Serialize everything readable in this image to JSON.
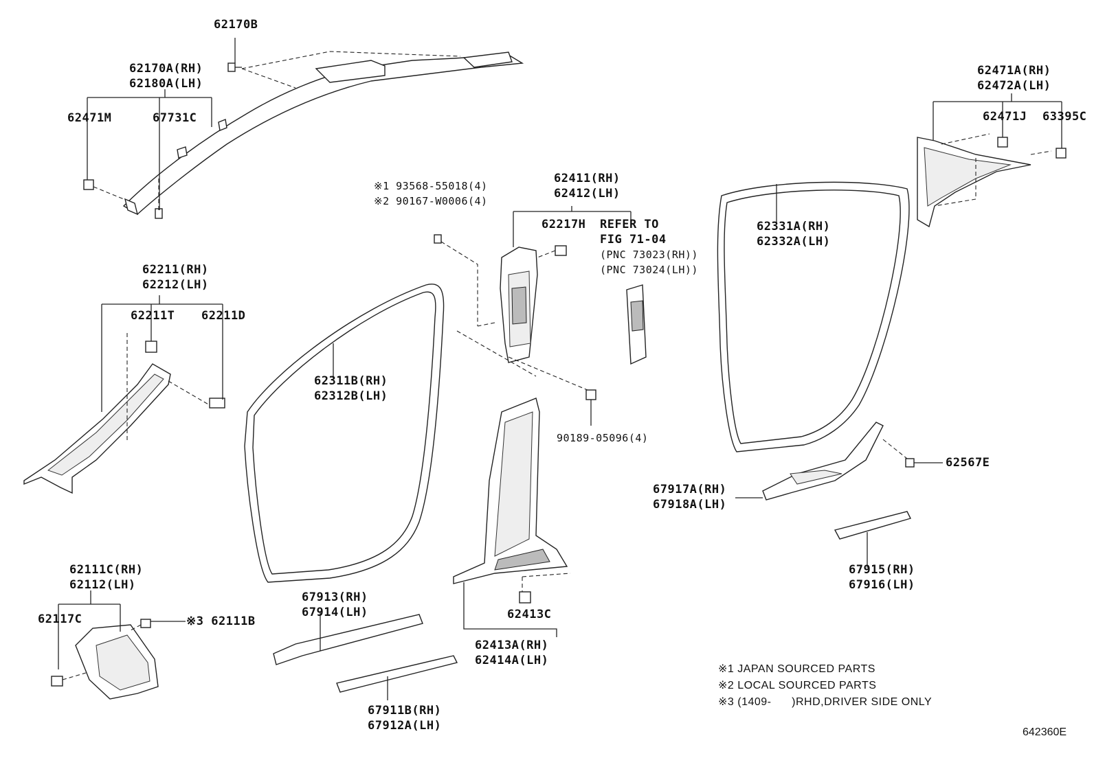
{
  "labels": {
    "p62170B": "62170B",
    "p62170A": "62170A(RH)",
    "p62180A": "62180A(LH)",
    "p62471M": "62471M",
    "p67731C": "67731C",
    "p62471A": "62471A(RH)",
    "p62472A": "62472A(LH)",
    "p62471J": "62471J",
    "p63395C": "63395C",
    "p93568": "※1 93568-55018(4)",
    "p90167": "※2 90167-W0006(4)",
    "p62411": "62411(RH)",
    "p62412": "62412(LH)",
    "p62217H": "62217H",
    "refer1": "REFER TO",
    "refer2": "FIG 71-04",
    "refer3": "(PNC 73023(RH))",
    "refer4": "(PNC 73024(LH))",
    "p62331A": "62331A(RH)",
    "p62332A": "62332A(LH)",
    "p62211": "62211(RH)",
    "p62212": "62212(LH)",
    "p62211T": "62211T",
    "p62211D": "62211D",
    "p62311B": "62311B(RH)",
    "p62312B": "62312B(LH)",
    "p90189": "90189-05096(4)",
    "p62567E": "62567E",
    "p67917A": "67917A(RH)",
    "p67918A": "67918A(LH)",
    "p67915": "67915(RH)",
    "p67916": "67916(LH)",
    "p62111C": "62111C(RH)",
    "p62112": "62112(LH)",
    "p62117C": "62117C",
    "p62111B": "※3 62111B",
    "p67913": "67913(RH)",
    "p67914": "67914(LH)",
    "p62413C": "62413C",
    "p62413A": "62413A(RH)",
    "p62414A": "62414A(LH)",
    "p67911B": "67911B(RH)",
    "p67912A": "67912A(LH)"
  },
  "notes": {
    "n1": "※1 JAPAN SOURCED PARTS",
    "n2": "※2 LOCAL SOURCED PARTS",
    "n3": "※3 (1409-      )RHD,DRIVER SIDE ONLY"
  },
  "figure_id": "642360E"
}
